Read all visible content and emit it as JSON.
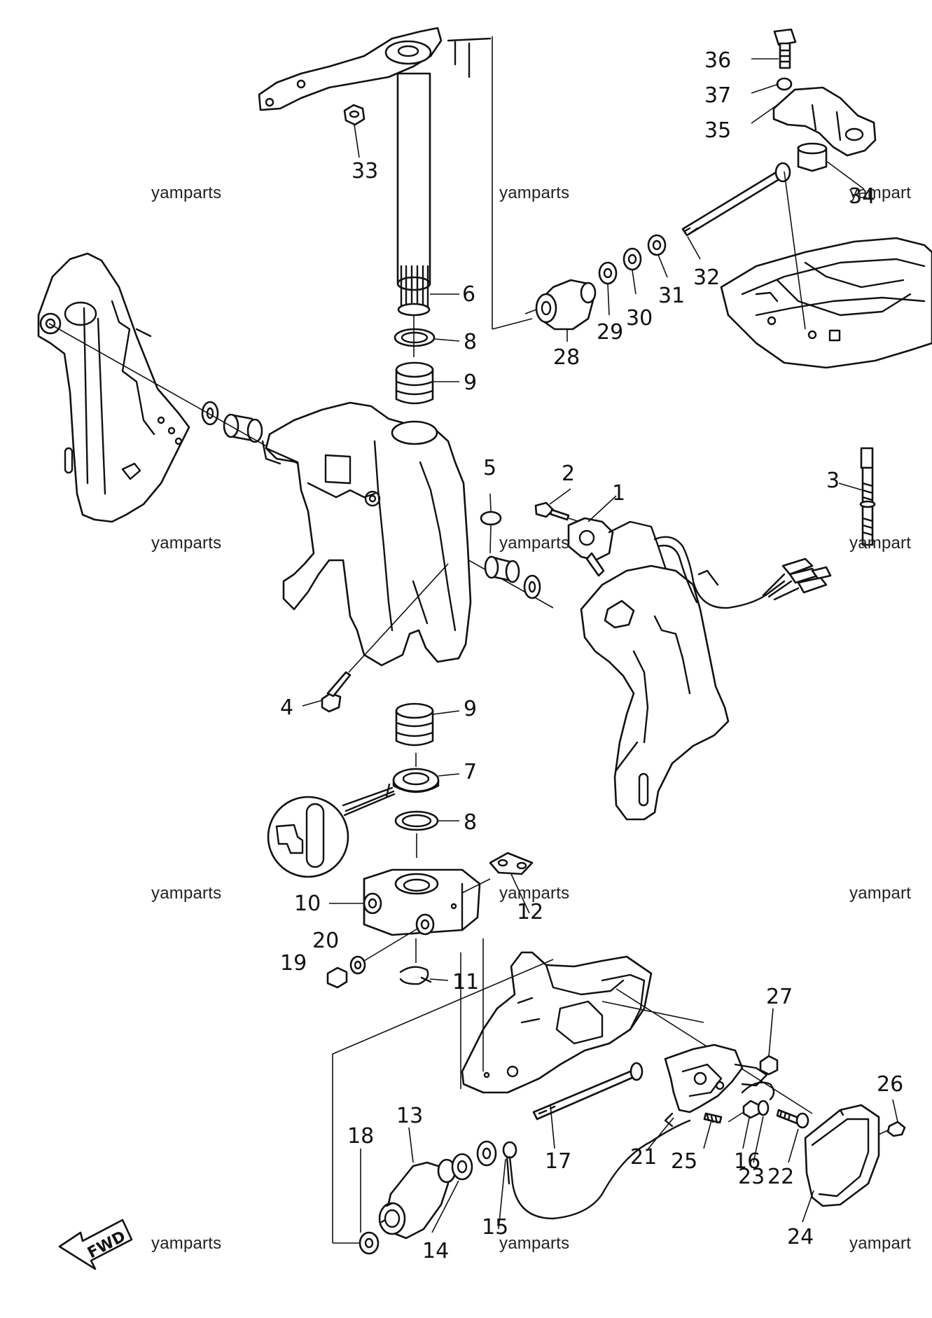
{
  "diagram": {
    "watermark_text": "yamparts",
    "watermark_text_cut": "yampart",
    "fwd_label": "FWD",
    "callouts": [
      {
        "id": "c1",
        "label": "1"
      },
      {
        "id": "c2",
        "label": "2"
      },
      {
        "id": "c3",
        "label": "3"
      },
      {
        "id": "c4",
        "label": "4"
      },
      {
        "id": "c5",
        "label": "5"
      },
      {
        "id": "c6",
        "label": "6"
      },
      {
        "id": "c7",
        "label": "7"
      },
      {
        "id": "c8a",
        "label": "8"
      },
      {
        "id": "c8b",
        "label": "8"
      },
      {
        "id": "c9a",
        "label": "9"
      },
      {
        "id": "c9b",
        "label": "9"
      },
      {
        "id": "c10",
        "label": "10"
      },
      {
        "id": "c11",
        "label": "11"
      },
      {
        "id": "c12",
        "label": "12"
      },
      {
        "id": "c13",
        "label": "13"
      },
      {
        "id": "c14",
        "label": "14"
      },
      {
        "id": "c15",
        "label": "15"
      },
      {
        "id": "c16",
        "label": "16"
      },
      {
        "id": "c17",
        "label": "17"
      },
      {
        "id": "c18",
        "label": "18"
      },
      {
        "id": "c19",
        "label": "19"
      },
      {
        "id": "c20",
        "label": "20"
      },
      {
        "id": "c21",
        "label": "21"
      },
      {
        "id": "c22",
        "label": "22"
      },
      {
        "id": "c23",
        "label": "23"
      },
      {
        "id": "c24",
        "label": "24"
      },
      {
        "id": "c25",
        "label": "25"
      },
      {
        "id": "c26",
        "label": "26"
      },
      {
        "id": "c27",
        "label": "27"
      },
      {
        "id": "c28",
        "label": "28"
      },
      {
        "id": "c29",
        "label": "29"
      },
      {
        "id": "c30",
        "label": "30"
      },
      {
        "id": "c31",
        "label": "31"
      },
      {
        "id": "c32",
        "label": "32"
      },
      {
        "id": "c33",
        "label": "33"
      },
      {
        "id": "c34",
        "label": "34"
      },
      {
        "id": "c35",
        "label": "35"
      },
      {
        "id": "c36",
        "label": "36"
      },
      {
        "id": "c37",
        "label": "37"
      }
    ]
  }
}
